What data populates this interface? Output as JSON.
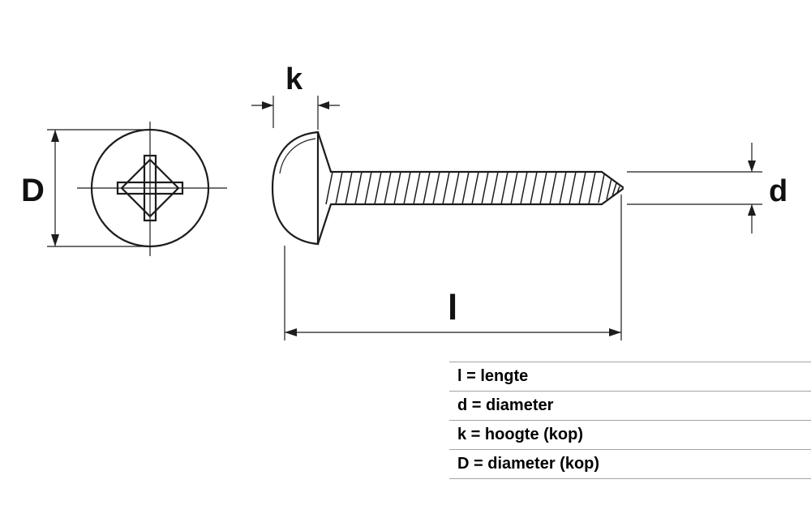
{
  "diagram": {
    "labels": {
      "D": "D",
      "k": "k",
      "d": "d",
      "l": "l"
    }
  },
  "legend": {
    "rows": [
      "l = lengte",
      "d = diameter",
      "k = hoogte (kop)",
      "D = diameter (kop)"
    ]
  },
  "colors": {
    "line": "#1c1c1c",
    "background": "#ffffff",
    "table_border": "#a3a3a3"
  }
}
